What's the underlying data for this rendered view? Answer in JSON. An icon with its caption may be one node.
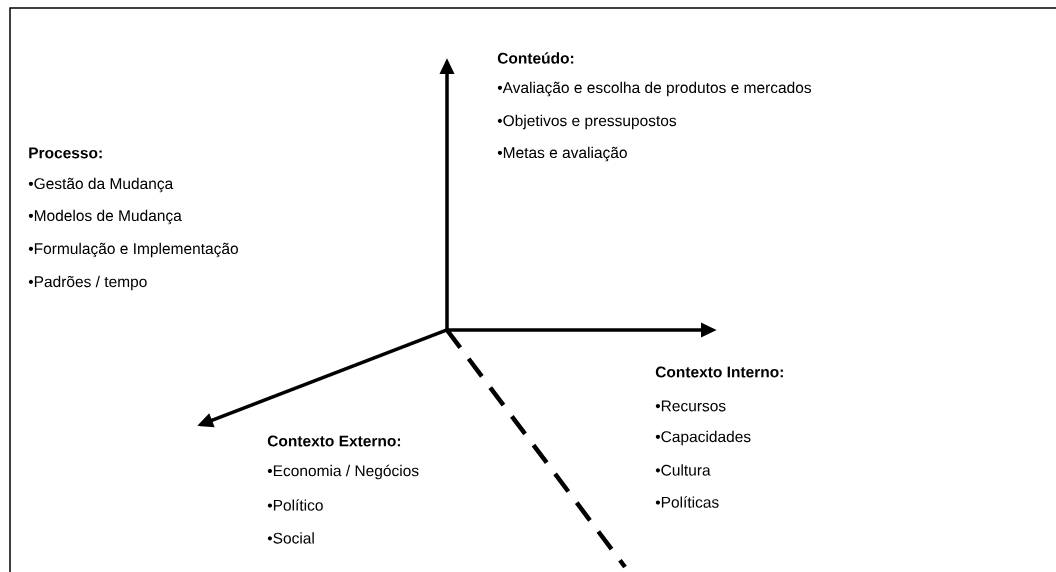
{
  "diagram": {
    "labels": [
      "Conteúdo:",
      "•Avaliação e escolha de produtos e mercados",
      "•Objetivos e pressupostos",
      "•Metas e avaliação",
      "Processo:",
      "•Gestão da Mudança",
      "•Modelos de Mudança",
      "•Formulação e Implementação",
      "•Padrões / tempo",
      "Contexto Interno:",
      "•Recursos",
      "•Capacidades",
      "•Cultura",
      "•Políticas",
      "Contexto Externo:",
      "•Economia / Negócios",
      "•Político",
      "•Social"
    ]
  }
}
